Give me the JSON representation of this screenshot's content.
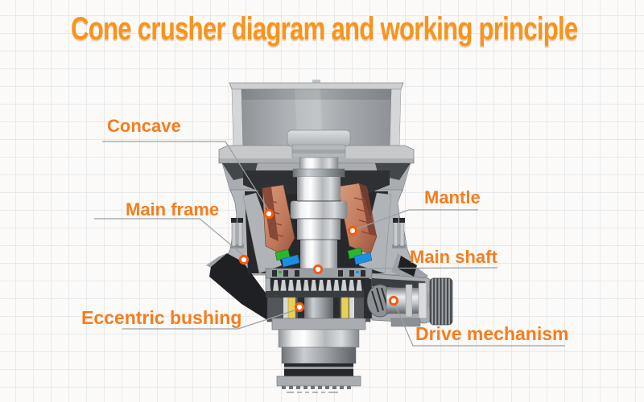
{
  "title": {
    "text": "Cone crusher diagram and working principle"
  },
  "labels": [
    {
      "id": "concave",
      "text": "Concave"
    },
    {
      "id": "main-frame",
      "text": "Main frame"
    },
    {
      "id": "eccentric-bushing",
      "text": "Eccentric bushing"
    },
    {
      "id": "mantle",
      "text": "Mantle"
    },
    {
      "id": "main-shaft",
      "text": "Main shaft"
    },
    {
      "id": "drive-mechanism",
      "text": "Drive mechanism"
    }
  ],
  "colors": {
    "title_orange": "#f8941d",
    "label_orange": "#f57d1d",
    "marker_ring": "#f25c10",
    "leader_line": "#9aa0a4",
    "mantle_copper": "#c0775a",
    "machine_gray": "#b2b6ba",
    "grid_line": "#e7eaec",
    "background": "#fbfaf8",
    "wedge_green": "#2db32d",
    "wedge_blue": "#1d8fe0",
    "bushing_yellow": "#e8cf55"
  }
}
